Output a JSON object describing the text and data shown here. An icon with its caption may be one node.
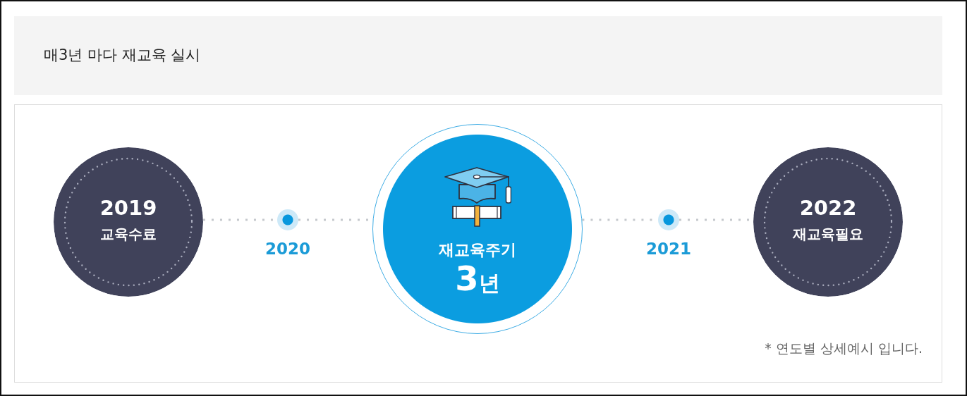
{
  "diagram": {
    "title": "매3년 마다 재교육 실시",
    "nodes": [
      {
        "text": [
          "2019",
          "교육수료"
        ]
      },
      {
        "text": [],
        "shape": "circle",
        "beside": [
          "2020"
        ]
      },
      {
        "text": [
          "재교육주기",
          "3년"
        ]
      },
      {
        "text": [],
        "shape": "circle",
        "beside": [
          "2021"
        ]
      },
      {
        "text": [
          "2022",
          "재교육필요"
        ]
      }
    ],
    "edges": [
      {
        "from": 0,
        "to": 1,
        "arrow": "none",
        "style": "dashed"
      },
      {
        "from": 1,
        "to": 2,
        "arrow": "none",
        "style": "dashed"
      },
      {
        "from": 2,
        "to": 3,
        "arrow": "none",
        "style": "dashed"
      },
      {
        "from": 3,
        "to": 4,
        "arrow": "none",
        "style": "dashed"
      }
    ],
    "labels": [
      "* 연도별 상세예시 입니다."
    ]
  }
}
